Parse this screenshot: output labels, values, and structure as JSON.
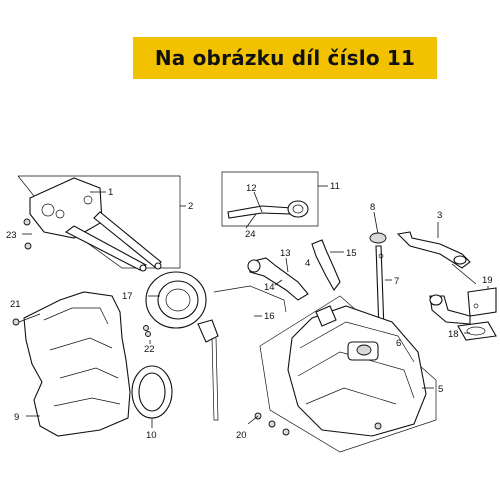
{
  "banner": {
    "text": "Na obrázku díl číslo 11",
    "color": "#f2c200"
  },
  "callouts": {
    "c1": "1",
    "c2": "2",
    "c3": "3",
    "c4": "4",
    "c5": "5",
    "c6": "6",
    "c7": "7",
    "c8": "8",
    "c9": "9",
    "c10": "10",
    "c11": "11",
    "c12": "12",
    "c13": "13",
    "c14": "14",
    "c15": "15",
    "c16": "16",
    "c17": "17",
    "c18": "18",
    "c19": "19",
    "c20": "20",
    "c21": "21",
    "c22": "22",
    "c23": "23",
    "c24": "24"
  }
}
